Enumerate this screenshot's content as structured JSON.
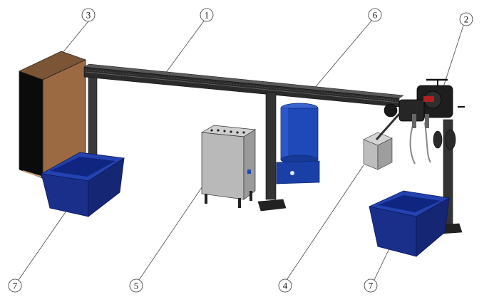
{
  "callouts": [
    {
      "id": "1",
      "text": "1"
    },
    {
      "id": "2",
      "text": "2"
    },
    {
      "id": "3",
      "text": "3"
    },
    {
      "id": "4",
      "text": "4"
    },
    {
      "id": "5",
      "text": "5"
    },
    {
      "id": "6",
      "text": "6"
    },
    {
      "id": "7a",
      "text": "7"
    },
    {
      "id": "7b",
      "text": "7"
    }
  ],
  "colors": {
    "frame": "#2b2b2b",
    "cabinet_front": "#0b0b0b",
    "cabinet_side": "#9b6a43",
    "panel": "#b9b9b9",
    "tank": "#1f49b8",
    "tub": "#1a2f8a",
    "leader": "#444444"
  }
}
